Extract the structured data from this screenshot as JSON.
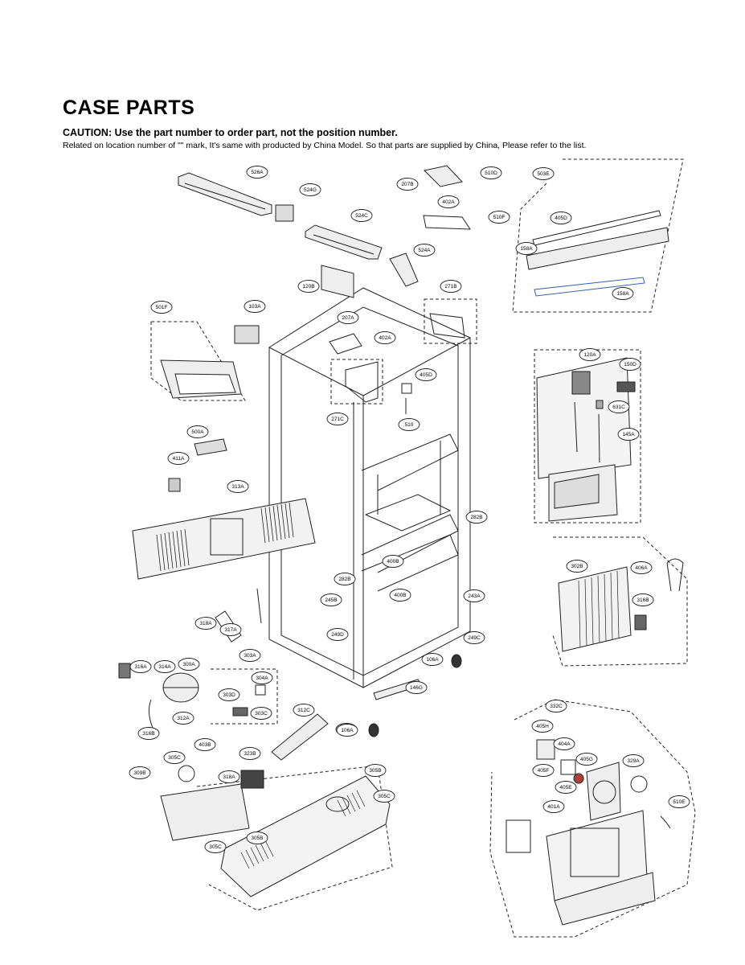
{
  "header": {
    "title": "CASE PARTS",
    "caution": "CAUTION: Use the part number to order part, not the position number.",
    "related": "Related on location number of \"\" mark, It's same with producted by China Model. So that parts are supplied by China, Please refer to the list."
  },
  "callouts": [
    "526A",
    "524G",
    "524C",
    "524A",
    "207B",
    "510D",
    "402A",
    "510F",
    "503E",
    "405D",
    "158A",
    "158A",
    "120B",
    "271B",
    "207A",
    "402A",
    "405D",
    "510",
    "271C",
    "103A",
    "501F",
    "500A",
    "411A",
    "313A",
    "120A",
    "150D",
    "631C",
    "145A",
    "282B",
    "400B",
    "282B",
    "400B",
    "245B",
    "243A",
    "106A",
    "318A",
    "317A",
    "249D",
    "249C",
    "106A",
    "303A",
    "304A",
    "303D",
    "303C",
    "316A",
    "314A",
    "300A",
    "312A",
    "316B",
    "312C",
    "146G",
    "106A",
    "403B",
    "305C",
    "323B",
    "309B",
    "318A",
    "305B",
    "305C",
    "305B",
    "305C",
    "302B",
    "406A",
    "316B",
    "332C",
    "405H",
    "404A",
    "405F",
    "405E",
    "405G",
    "329A",
    "401A",
    "510E"
  ]
}
